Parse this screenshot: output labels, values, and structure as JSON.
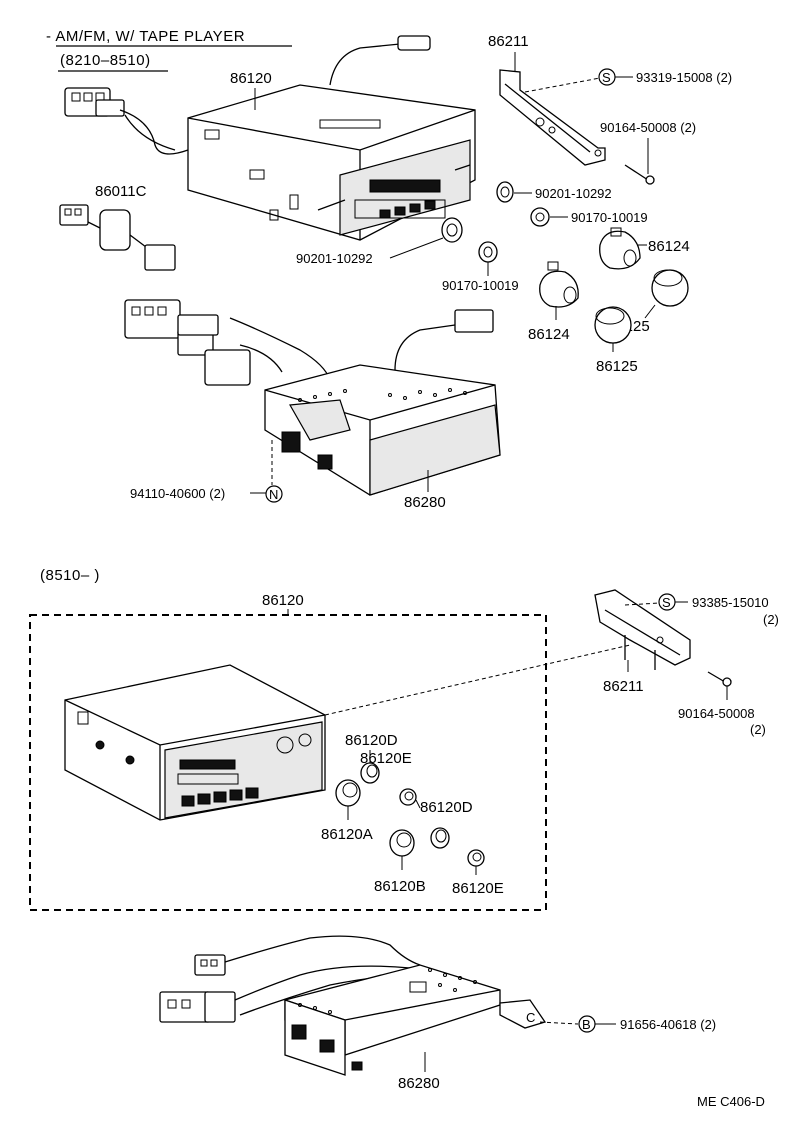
{
  "header": {
    "title": "- AM/FM, W/ TAPE PLAYER",
    "range_top": "(8210–8510)",
    "range_bottom": "(8510–        )"
  },
  "labels_top": {
    "bracket": "86211",
    "screw_s": "93319-15008 (2)",
    "screw_s_symbol": "S",
    "screw": "90164-50008 (2)",
    "radio": "86120",
    "harness": "86011C",
    "washer1": "90201-10292",
    "nut1": "90170-10019",
    "washer2": "90201-10292",
    "nut2": "90170-10019",
    "knob_a": "86124",
    "knob_b": "86124",
    "knob_c": "86125",
    "knob_d": "86125",
    "amp": "86280",
    "bolt_n": "94110-40600 (2)",
    "bolt_n_symbol": "N"
  },
  "labels_bottom": {
    "radio": "86120",
    "bracket": "86211",
    "screw_s": "93385-15010",
    "screw_s_qty": "(2)",
    "screw_s_symbol": "S",
    "screw": "90164-50008",
    "screw_qty": "(2)",
    "knob_d1": "86120D",
    "knob_e1": "86120E",
    "knob_d2": "86120D",
    "knob_a": "86120A",
    "knob_b": "86120B",
    "knob_e2": "86120E",
    "amp": "86280",
    "bolt_b": "91656-40618 (2)",
    "bolt_b_symbol": "B",
    "bracket_c": "C"
  },
  "footer": {
    "code": "ME  C406-D"
  }
}
